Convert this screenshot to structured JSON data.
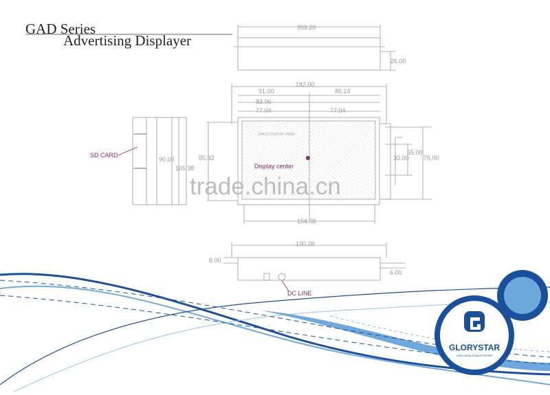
{
  "title": {
    "line1": "GAD Series",
    "line2": "Advertising Displayer"
  },
  "labels": {
    "sd_card": "SD CARD",
    "display_center": "Display center",
    "dc_line": "DC LINE"
  },
  "dimensions": {
    "top_width": "369.20",
    "top_height": "26.00",
    "front_width": "182.00",
    "front_half_a": "91.00",
    "front_half_b": "86.14",
    "front_inner_a": "83.06",
    "front_inner_b": "77.04",
    "front_inner_c": "77.04",
    "front_height_left": "85.92",
    "front_height_right_a": "30.00",
    "front_height_right_b": "55.00",
    "front_height_right_c": "75.00",
    "front_bottom_width": "154.08",
    "side_height_a": "90.00",
    "side_height_b": "105.38",
    "bottom_width": "190.28",
    "bottom_height": "8.00",
    "bottom_small": "6.00"
  },
  "panel_text": "SPACE DISPLAY PANEL",
  "watermark": "trade.china.cn",
  "brand": {
    "name": "GLORYSTAR",
    "tagline": "YOUR DIGITAL SIGNAGE PARTNER",
    "primary_color": "#1a4f9a",
    "accent_color": "#6fa8dc"
  }
}
